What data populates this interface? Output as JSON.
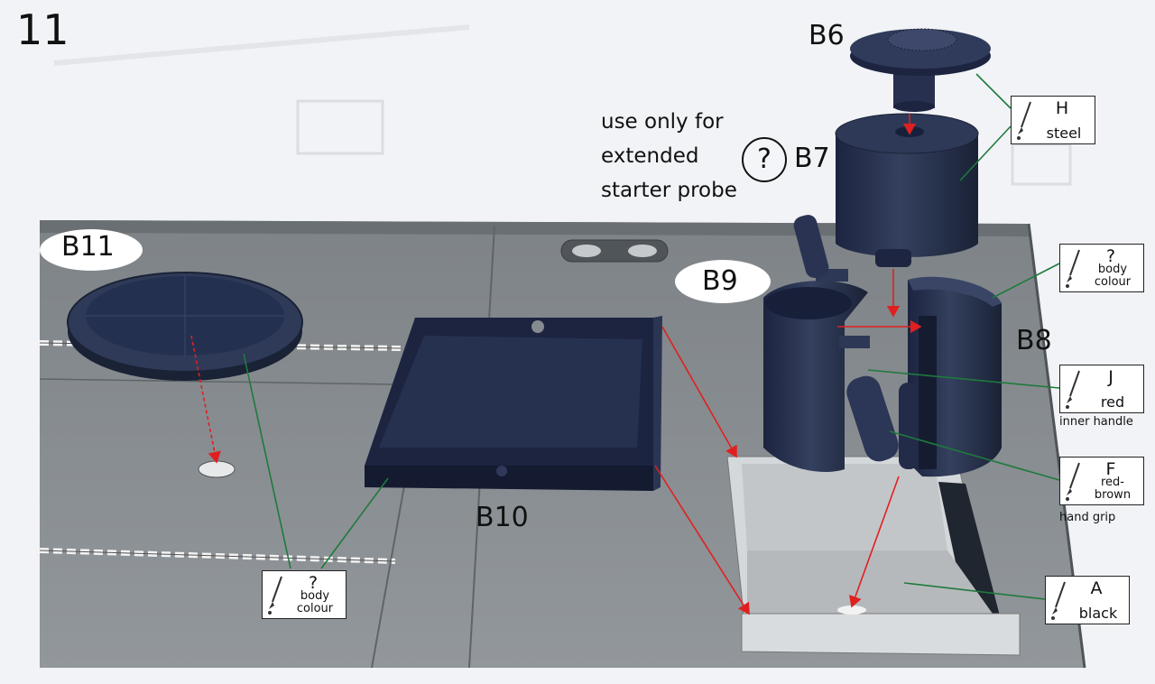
{
  "step_number": "11",
  "parts": {
    "b6": "B6",
    "b7": "B7",
    "b8": "B8",
    "b9": "B9",
    "b10": "B10",
    "b11": "B11"
  },
  "note": {
    "line1": "use only for",
    "line2": "extended",
    "line3": "starter probe",
    "symbol": "?"
  },
  "paint_callouts": {
    "h": {
      "code": "H",
      "color": "steel"
    },
    "q_top": {
      "code": "?",
      "color": "body colour"
    },
    "j": {
      "code": "J",
      "color": "red",
      "caption": "inner handle"
    },
    "f": {
      "code": "F",
      "color": "red-brown",
      "caption": "hand grip"
    },
    "a": {
      "code": "A",
      "color": "black"
    },
    "q_bottom": {
      "code": "?",
      "color": "body colour"
    }
  },
  "colors": {
    "part_fill": "#26304a",
    "part_edge": "#1a2238",
    "panel": "#868b8f",
    "panel_dark": "#6f7478",
    "arrow": "#e02020",
    "leader": "#1e7a3c",
    "base": "#c9cccf"
  }
}
